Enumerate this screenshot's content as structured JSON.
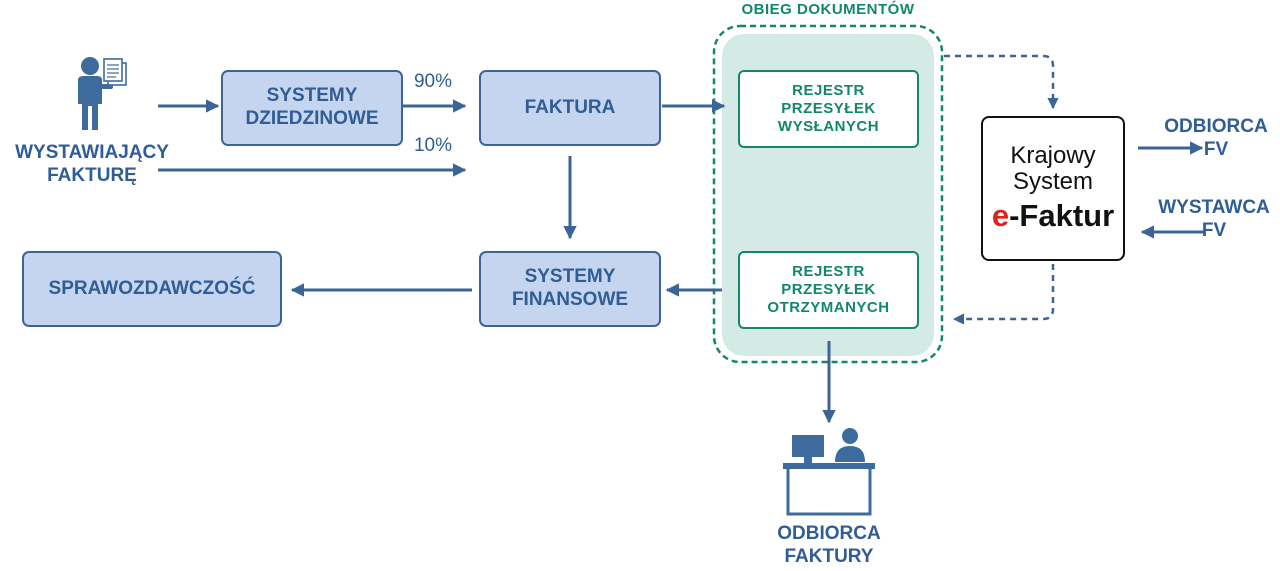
{
  "issuer_label": "WYSTAWIAJĄCY\nFAKTURĘ",
  "boxes": {
    "systemy_dziedzinowe": "SYSTEMY\nDZIEDZINOWE",
    "faktura": "FAKTURA",
    "systemy_finansowe": "SYSTEMY\nFINANSOWE",
    "sprawozdawczosc": "SPRAWOZDAWCZOŚĆ"
  },
  "percent_90": "90%",
  "percent_10": "10%",
  "document_flow": {
    "title": "OBIEG DOKUMENTÓW",
    "sent_register": "REJESTR\nPRZESYŁEK\nWYSŁANYCH",
    "received_register": "REJESTR\nPRZESYŁEK\nOTRZYMANYCH"
  },
  "ksef": {
    "line1": "Krajowy",
    "line2": "System",
    "brand_e": "e",
    "brand_rest": "-Faktur"
  },
  "right_labels": {
    "odbiorca_fv": "ODBIORCA\nFV",
    "wystawca_fv": "WYSTAWCA\nFV"
  },
  "receiver_label": "ODBIORCA\nFAKTURY",
  "colors": {
    "blue_text": "#2f5d94",
    "blue_fill": "#c5d5ef",
    "green": "#13876b",
    "green_panel": "#d3ebe4",
    "ksef_red": "#e0211b"
  },
  "icons": [
    "person-with-document-icon",
    "invoice-receiver-desk-icon"
  ]
}
